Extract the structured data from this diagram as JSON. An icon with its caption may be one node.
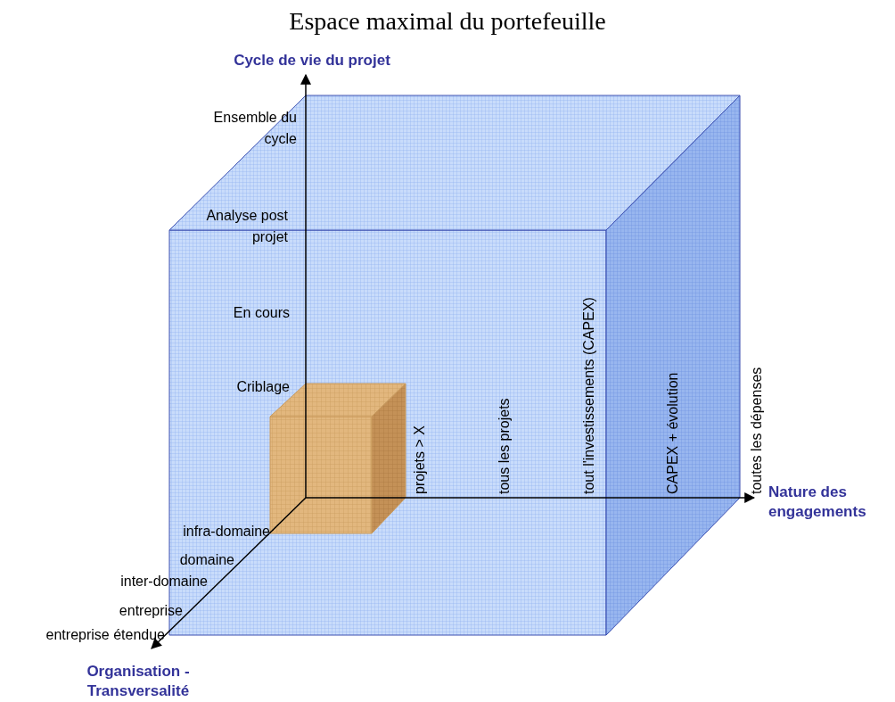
{
  "diagram": {
    "title": "Espace maximal du portefeuille",
    "labels": [
      "Cycle de vie du projet",
      "Ensemble du cycle",
      "Analyse post projet",
      "En cours",
      "Criblage",
      "projets > X",
      "tous les projets",
      "tout l'investissements (CAPEX)",
      "CAPEX + évolution",
      "toutes les dépenses",
      "Nature des engagements",
      "infra-domaine",
      "domaine",
      "inter-domaine",
      "entreprise",
      "entreprise étendue",
      "Organisation - Transversalité"
    ]
  }
}
